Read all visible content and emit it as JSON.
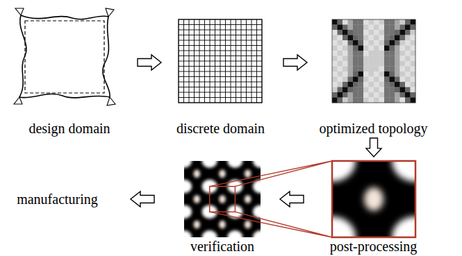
{
  "diagram": {
    "nodes": [
      {
        "text": [
          "design domain"
        ]
      },
      {
        "text": [
          "discrete domain"
        ]
      },
      {
        "text": [
          "optimized topology"
        ]
      },
      {
        "text": [
          "post-processing"
        ]
      },
      {
        "text": [
          "verification"
        ]
      },
      {
        "text": [
          "manufacturing"
        ]
      }
    ],
    "edges": [
      {
        "from": 0,
        "to": 1,
        "arrow": "to"
      },
      {
        "from": 1,
        "to": 2,
        "arrow": "to"
      },
      {
        "from": 2,
        "to": 3,
        "arrow": "to"
      },
      {
        "from": 3,
        "to": 4,
        "arrow": "to"
      },
      {
        "from": 4,
        "to": 5,
        "arrow": "to"
      }
    ]
  }
}
